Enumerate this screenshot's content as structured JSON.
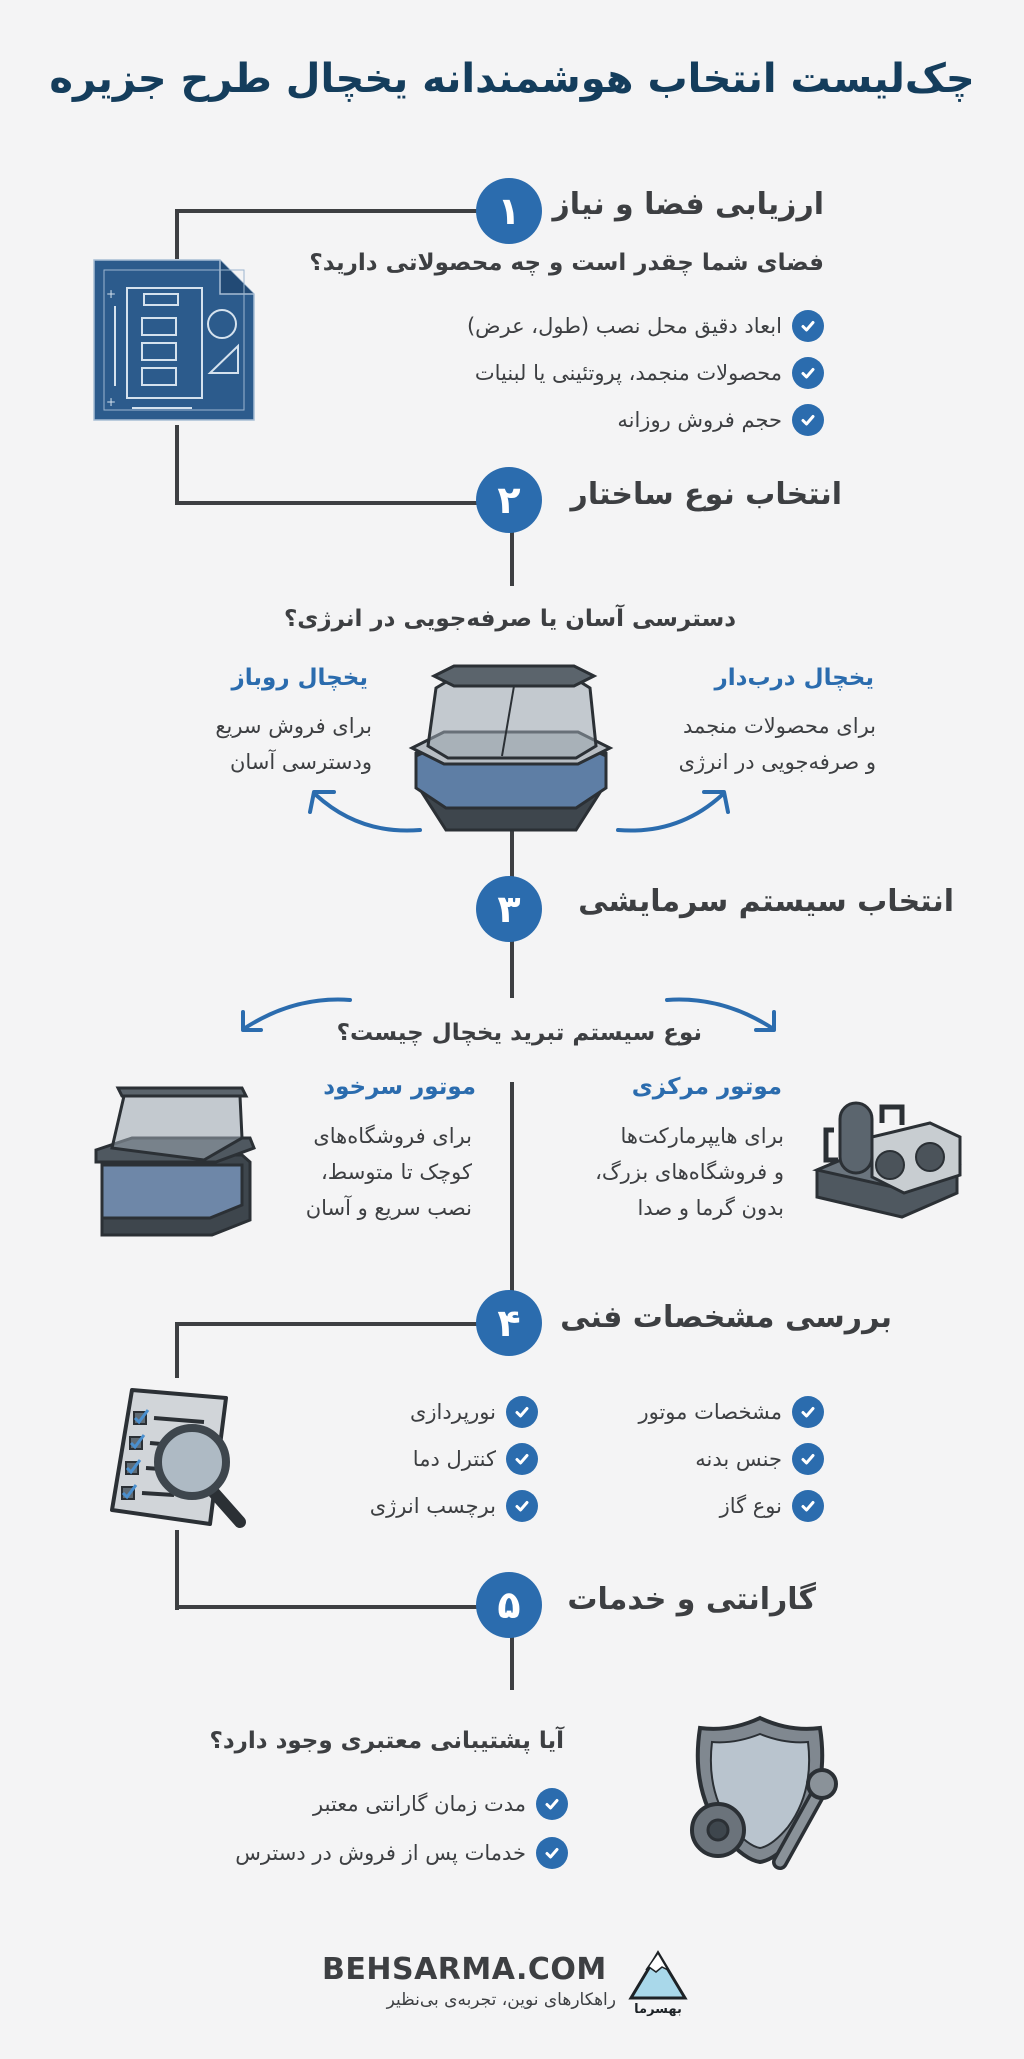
{
  "title": "چک‌لیست انتخاب هوشمندانه یخچال طرح جزیره",
  "colors": {
    "title": "#143d5c",
    "accent": "#2b6cae",
    "text": "#3d3f42",
    "background": "#f4f4f5",
    "line": "#3d3f42"
  },
  "steps": [
    {
      "number": "۱",
      "title": "ارزیابی فضا و نیاز",
      "question": "فضای شما چقدر است و چه محصولاتی دارید؟",
      "icon": "blueprint-icon",
      "checklist": [
        "ابعاد دقیق محل نصب (طول، عرض)",
        "محصولات منجمد، پروتئینی یا لبنیات",
        "حجم فروش روزانه"
      ]
    },
    {
      "number": "۲",
      "title": "انتخاب نوع ساختار",
      "question": "دسترسی آسان یا صرفه‌جویی در انرژی؟",
      "icon": "island-fridge-icon",
      "options": [
        {
          "title": "یخچال درب‌دار",
          "lines": [
            "برای محصولات منجمد",
            "و صرفه‌جویی در انرژی"
          ]
        },
        {
          "title": "یخچال روباز",
          "lines": [
            "برای فروش سریع",
            "ودسترسی آسان"
          ]
        }
      ]
    },
    {
      "number": "۳",
      "title": "انتخاب سیستم سرمایشی",
      "question": "نوع سیستم تبرید یخچال چیست؟",
      "options": [
        {
          "title": "موتور مرکزی",
          "icon": "compressor-icon",
          "lines": [
            "برای هایپرمارکت‌ها",
            "و فروشگاه‌های بزرگ،",
            "بدون گرما و صدا"
          ]
        },
        {
          "title": "موتور سرخود",
          "icon": "display-fridge-icon",
          "lines": [
            "برای فروشگاه‌های",
            "کوچک تا متوسط،",
            "نصب سریع و آسان"
          ]
        }
      ]
    },
    {
      "number": "۴",
      "title": "بررسی مشخصات فنی",
      "icon": "checklist-magnifier-icon",
      "checklist_right": [
        "مشخصات موتور",
        "جنس بدنه",
        "نوع گاز"
      ],
      "checklist_left": [
        "نورپردازی",
        "کنترل دما",
        "برچسب انرژی"
      ]
    },
    {
      "number": "۵",
      "title": "گارانتی و خدمات",
      "question": "آیا پشتیبانی معتبری وجود دارد؟",
      "icon": "shield-tools-icon",
      "checklist": [
        "مدت زمان گارانتی معتبر",
        "خدمات پس از فروش در دسترس"
      ]
    }
  ],
  "footer": {
    "brand": "BEHSARMA.COM",
    "tagline": "راهکارهای نوین، تجربه‌ی بی‌نظیر",
    "logo_text": "بهسرما"
  }
}
